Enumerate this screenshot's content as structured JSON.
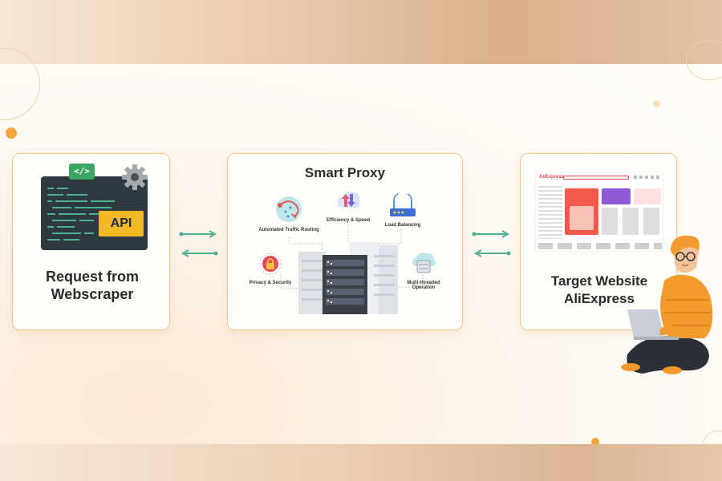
{
  "diagram": {
    "left_card": {
      "label": "Request from Webscraper",
      "code_tag": "</>",
      "api_badge": "API"
    },
    "middle_card": {
      "title": "Smart Proxy",
      "features": [
        "Automated Traffic Routing",
        "Efficiency & Speed",
        "Load Balancing",
        "Privacy & Security",
        "Multi-threaded Operation"
      ]
    },
    "right_card": {
      "label": "Target Website AliExpress",
      "site_logo": "AliExpress"
    }
  },
  "colors": {
    "accent": "#f5a53c",
    "card_border": "#f2c68c",
    "arrow": "#4fb08c",
    "code_bg": "#2f3942",
    "api_yellow": "#f6b827",
    "server_dark": "#3a3f48",
    "server_light": "#dfe2e7"
  },
  "icons": [
    "gear-icon",
    "code-icon",
    "routing-icon",
    "speed-icon",
    "router-icon",
    "lock-icon",
    "cloud-server-icon",
    "server-rack-icon",
    "person-with-laptop-icon"
  ]
}
